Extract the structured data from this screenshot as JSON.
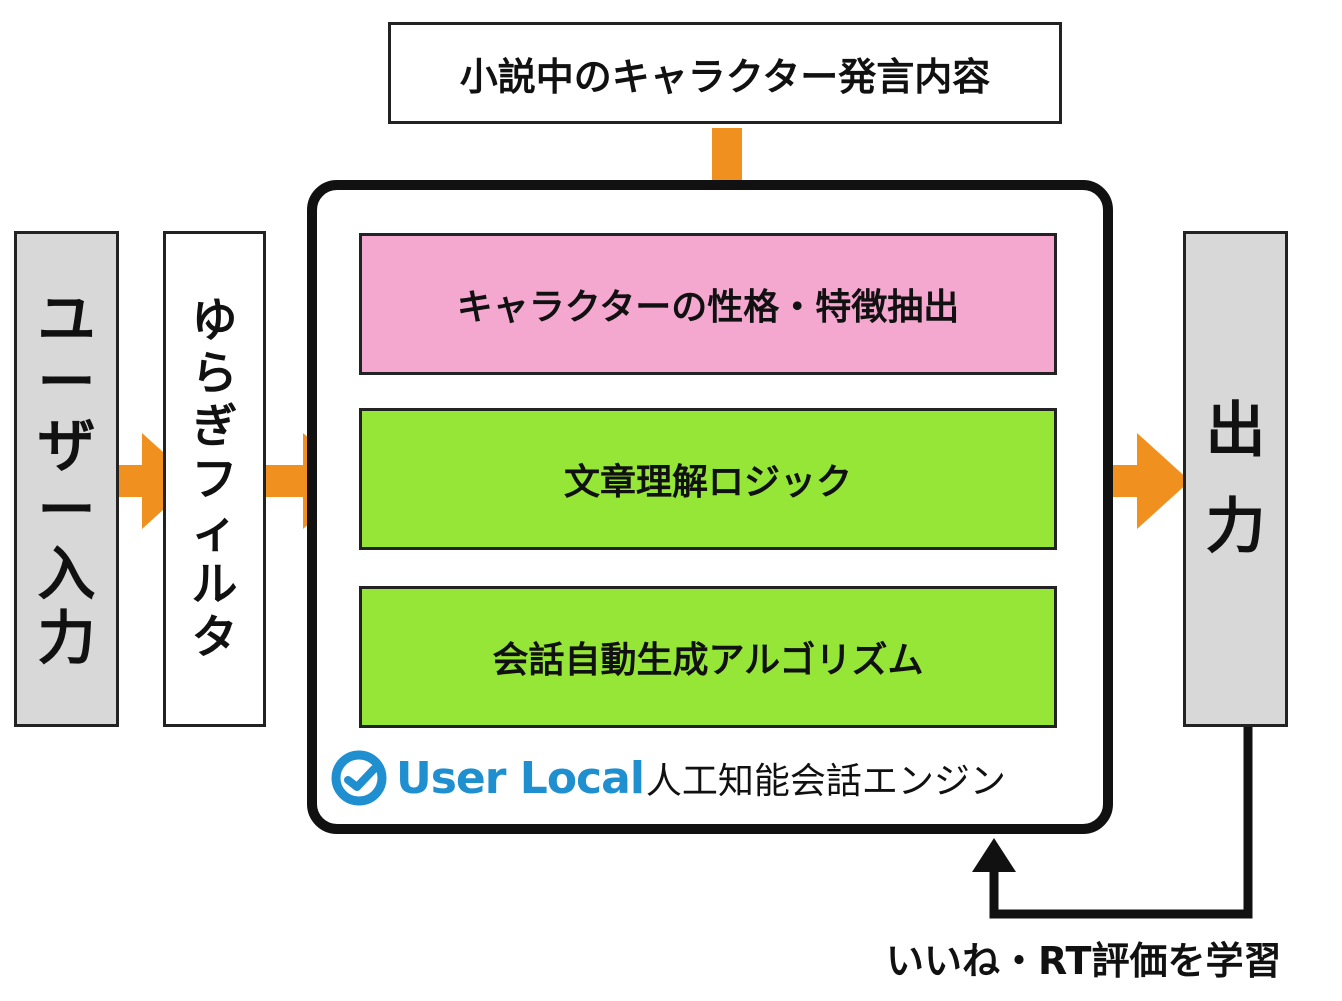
{
  "source_input": {
    "label": "小説中のキャラクター発言内容"
  },
  "user_input": {
    "chars": [
      "ユ",
      "ー",
      "ザ",
      "ー",
      "入",
      "力"
    ]
  },
  "filter": {
    "chars": [
      "ゆ",
      "ら",
      "ぎ",
      "フ",
      "ィ",
      "ル",
      "タ"
    ]
  },
  "output": {
    "chars": [
      "出",
      "力"
    ]
  },
  "engine": {
    "modules": [
      {
        "label": "キャラクターの性格・特徴抽出",
        "color": "#f5a8cf"
      },
      {
        "label": "文章理解ロジック",
        "color": "#96e637"
      },
      {
        "label": "会話自動生成アルゴリズム",
        "color": "#96e637"
      }
    ],
    "brand": "User Local",
    "brand_color": "#1f8fd0",
    "brand_icon": "user-local-logo-icon",
    "engine_label": "人工知能会話エンジン"
  },
  "feedback": {
    "label": "いいね・RT評価を学習"
  },
  "arrow_color": "#f0901e"
}
